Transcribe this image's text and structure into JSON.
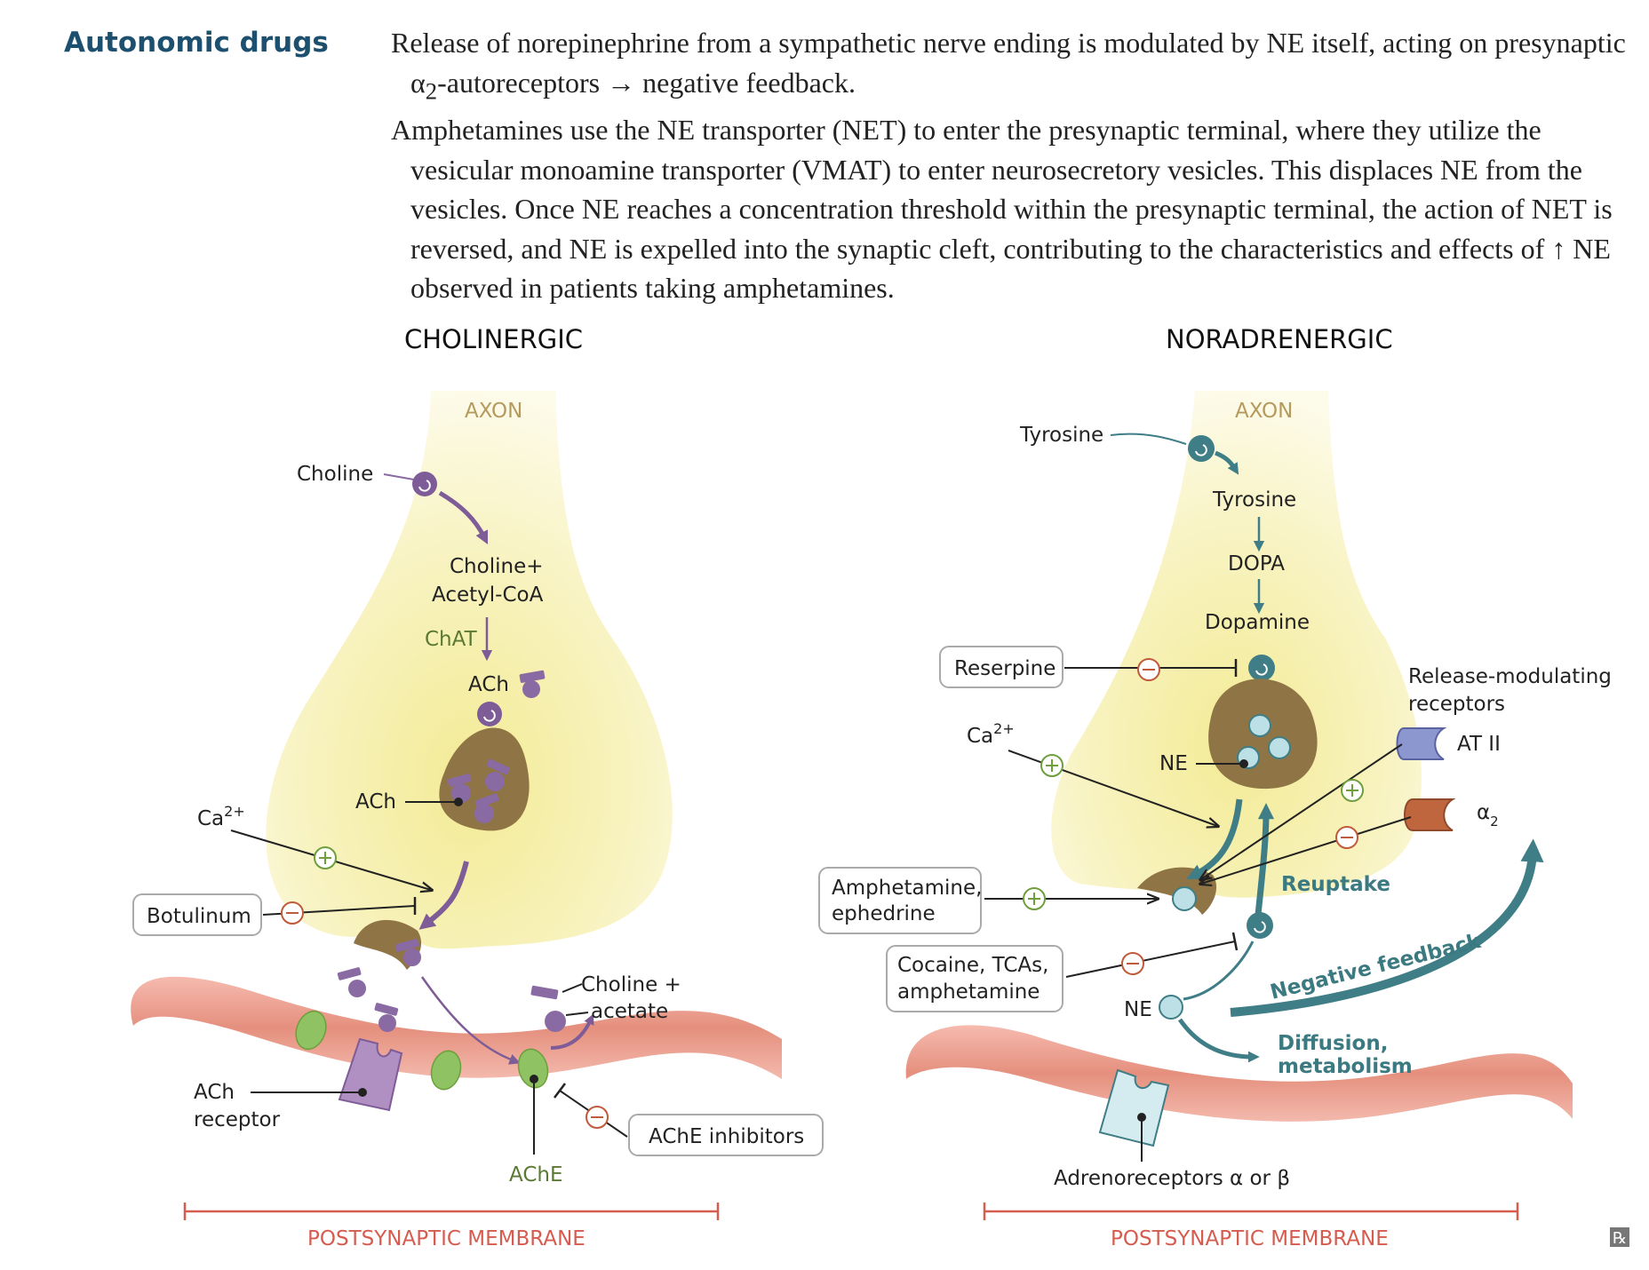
{
  "header": {
    "section_title": "Autonomic drugs"
  },
  "paragraphs": {
    "p1_a": "Release of norepinephrine from a sympathetic nerve ending is modulated by NE itself, acting on presynaptic ",
    "p1_alpha": "α",
    "p1_sub": "2",
    "p1_b": "-autoreceptors ",
    "p1_arrow": "→",
    "p1_c": " negative feedback.",
    "p2_a": "Amphetamines use the NE transporter (NET) to enter the presynaptic terminal, where they utilize the vesicular monoamine transporter (VMAT) to enter neurosecretory vesicles. This displaces NE from the vesicles. Once NE reaches a concentration threshold within the presynaptic terminal, the action of NET is reversed, and NE is expelled into the synaptic cleft, contributing to the characteristics and effects of ",
    "p2_arrow": "↑",
    "p2_b": " NE observed in patients taking amphetamines."
  },
  "cholinergic": {
    "title": "CHOLINERGIC",
    "axon": "AXON",
    "choline": "Choline",
    "choline_plus": "Choline+",
    "acetyl_coa": "Acetyl-CoA",
    "chat": "ChAT",
    "ach_top": "ACh",
    "ach_vesicle": "ACh",
    "ca_base": "Ca",
    "ca_sup": "2+",
    "botulinum": "Botulinum",
    "choline_acetate_1": "Choline +",
    "choline_acetate_2": "acetate",
    "ach_receptor_1": "ACh",
    "ach_receptor_2": "receptor",
    "ache_inhibitors": "AChE inhibitors",
    "ache": "AChE",
    "membrane": "POSTSYNAPTIC MEMBRANE"
  },
  "noradrenergic": {
    "title": "NORADRENERGIC",
    "axon": "AXON",
    "tyrosine_out": "Tyrosine",
    "tyrosine_in": "Tyrosine",
    "dopa": "DOPA",
    "dopamine": "Dopamine",
    "reserpine": "Reserpine",
    "ca_base": "Ca",
    "ca_sup": "2+",
    "ne_vesicle": "NE",
    "release_mod_1": "Release-modulating",
    "release_mod_2": "receptors",
    "at2": "AT II",
    "alpha2_base": "α",
    "alpha2_sub": "2",
    "amphetamine_1": "Amphetamine,",
    "amphetamine_2": "ephedrine",
    "reuptake": "Reuptake",
    "cocaine_1": "Cocaine, TCAs,",
    "cocaine_2": "amphetamine",
    "ne_cleft": "NE",
    "negative_feedback": "Negative feedback",
    "diffusion_1": "Diffusion,",
    "diffusion_2": "metabolism",
    "adrenoreceptors": "Adrenoreceptors α or β",
    "membrane": "POSTSYNAPTIC MEMBRANE"
  },
  "footer": {
    "logo": "℞"
  },
  "colors": {
    "title_blue": "#1d4f6e",
    "axon_yellow": "#f7f0b0",
    "vesicle_brown": "#8f7446",
    "ach_purple": "#8a6aa3",
    "ne_teal": "#3f7e86",
    "membrane_red": "#e58a7c",
    "ache_green": "#8ec262",
    "minus_red": "#c05a3a",
    "plus_green": "#6e9f3c"
  }
}
